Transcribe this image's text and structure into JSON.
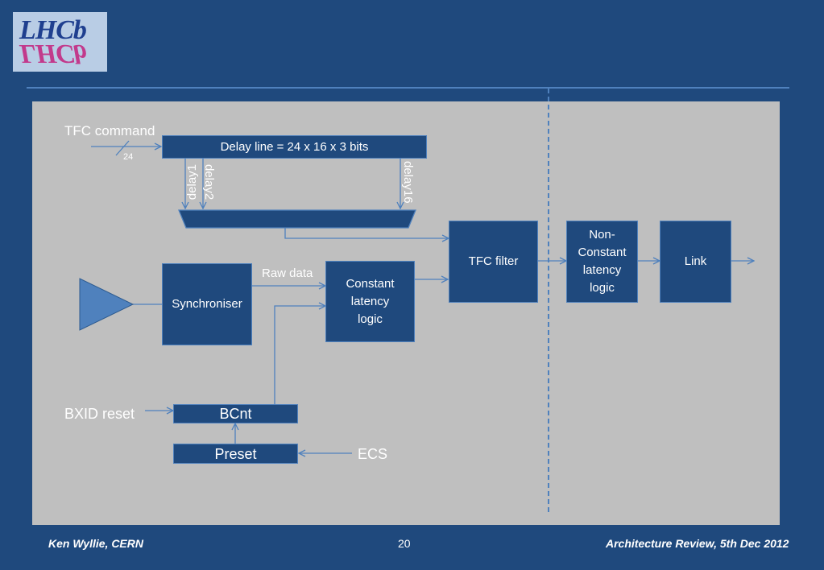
{
  "logo": {
    "text": "LHCb"
  },
  "labels": {
    "tfc_command": "TFC command",
    "bus_width": "24",
    "delay1": "delay1",
    "delay2": "delay2",
    "delay16": "delay16",
    "raw_data": "Raw data",
    "bxid_reset": "BXID reset",
    "ecs": "ECS"
  },
  "boxes": {
    "delay_line": "Delay line = 24 x 16 x 3 bits",
    "synchroniser": "Synchroniser",
    "constant_latency": "Constant latency logic",
    "tfc_filter": "TFC filter",
    "non_constant_latency": "Non-Constant latency logic",
    "link": "Link",
    "bcnt": "BCnt",
    "preset": "Preset"
  },
  "footer": {
    "author": "Ken Wyllie, CERN",
    "page": "20",
    "event": "Architecture Review, 5th Dec 2012"
  },
  "colors": {
    "background": "#1f497d",
    "panel": "#bfbfbf",
    "box_fill": "#1f497d",
    "line": "#4f81bd",
    "text": "#ffffff"
  }
}
